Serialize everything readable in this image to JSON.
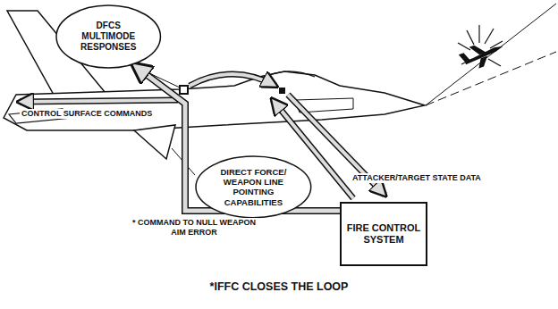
{
  "diagram": {
    "caption": "*IFFC CLOSES THE LOOP",
    "nodes": [
      {
        "text": [
          "DFCS MULTIMODE RESPONSES"
        ]
      },
      {
        "text": [
          "DIRECT FORCE/ WEAPON LINE POINTING CAPABILITIES"
        ]
      },
      {
        "text": [
          "FIRE CONTROL SYSTEM"
        ]
      }
    ],
    "edges": [
      {
        "from": 2,
        "to": 0,
        "arrow": "to"
      }
    ],
    "labels": [
      "CONTROL SURFACE COMMANDS",
      "ATTACKER/TARGET STATE DATA",
      "* COMMAND TO NULL WEAPON AIM ERROR"
    ]
  }
}
